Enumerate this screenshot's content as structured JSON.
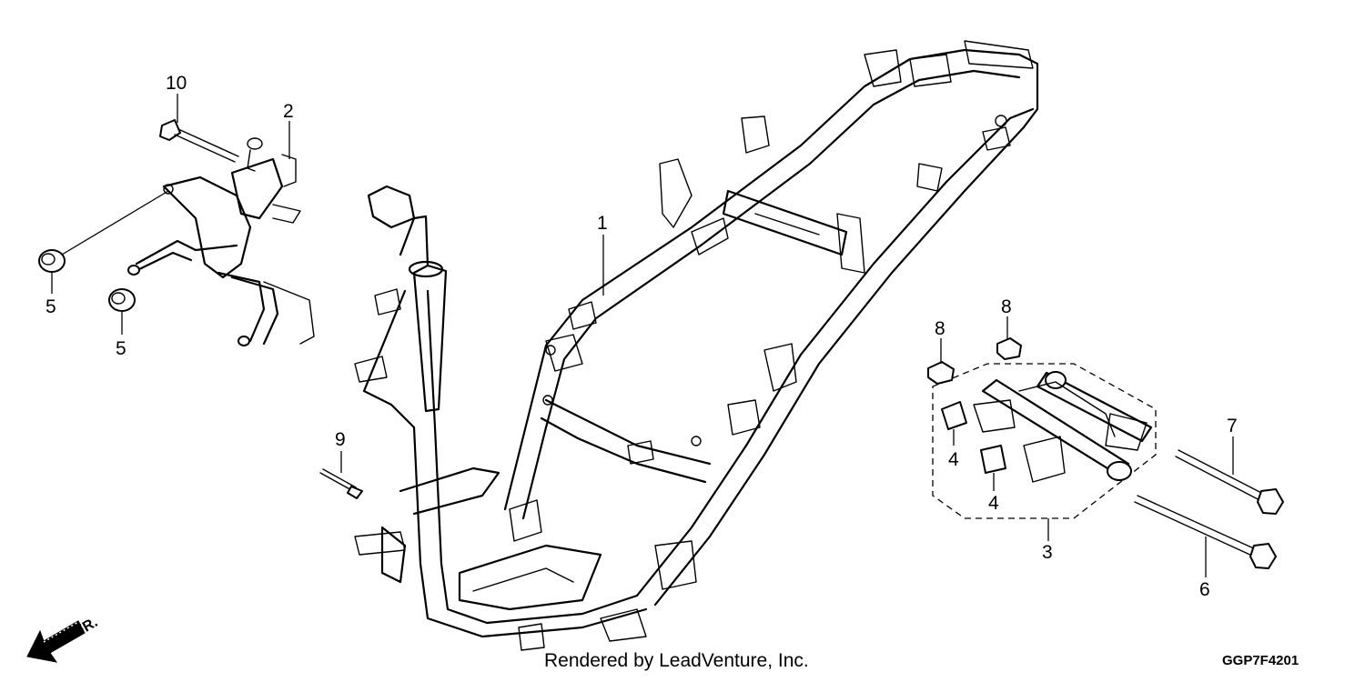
{
  "callouts": {
    "c1": "1",
    "c2": "2",
    "c3": "3",
    "c4a": "4",
    "c4b": "4",
    "c5a": "5",
    "c5b": "5",
    "c6": "6",
    "c7": "7",
    "c8a": "8",
    "c8b": "8",
    "c9": "9",
    "c10": "10"
  },
  "direction": {
    "label": "FR.",
    "icon": "front-direction-arrow-icon"
  },
  "footer": {
    "credit": "Rendered by LeadVenture, Inc.",
    "diagram_code": "GGP7F4201"
  }
}
